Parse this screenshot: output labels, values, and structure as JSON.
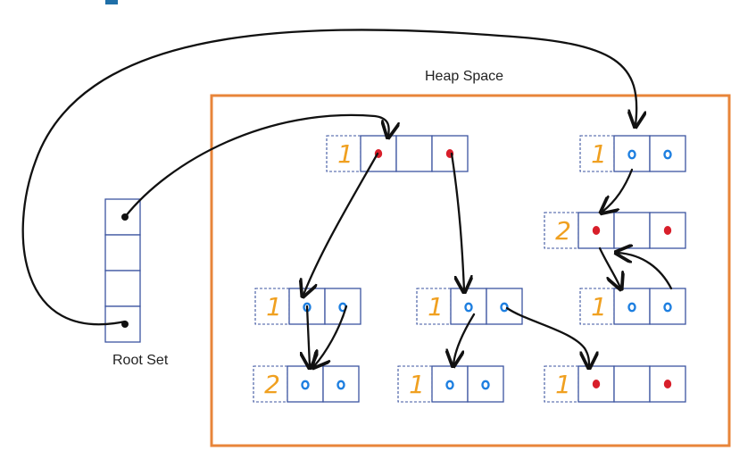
{
  "labels": {
    "heap_space": "Heap Space",
    "root_set": "Root Set"
  },
  "colors": {
    "heap_border": "#E8853A",
    "cell_border": "#3C55A0",
    "count_digit": "#F0A020",
    "red_pointer": "#D81E2A",
    "blue_pointer": "#1E7FE0",
    "arrow": "#111111",
    "header_top_bar": "#1F6FA8"
  },
  "root_set": {
    "slots": [
      {
        "pointer": true
      },
      {
        "pointer": false
      },
      {
        "pointer": false
      },
      {
        "pointer": true
      }
    ]
  },
  "heap_objects": [
    {
      "id": "top",
      "count": "1",
      "fields": [
        "red",
        "empty",
        "red"
      ]
    },
    {
      "id": "right-top",
      "count": "1",
      "fields": [
        "blue",
        "blue"
      ]
    },
    {
      "id": "right-mid",
      "count": "2",
      "fields": [
        "red",
        "empty",
        "red"
      ]
    },
    {
      "id": "left-mid",
      "count": "1",
      "fields": [
        "blue",
        "blue"
      ]
    },
    {
      "id": "center-mid",
      "count": "1",
      "fields": [
        "blue",
        "blue"
      ]
    },
    {
      "id": "right-lower",
      "count": "1",
      "fields": [
        "blue",
        "blue"
      ]
    },
    {
      "id": "left-bottom",
      "count": "2",
      "fields": [
        "blue",
        "blue"
      ]
    },
    {
      "id": "center-bottom",
      "count": "1",
      "fields": [
        "blue",
        "blue"
      ]
    },
    {
      "id": "right-bottom",
      "count": "1",
      "fields": [
        "red",
        "empty",
        "red"
      ]
    }
  ]
}
